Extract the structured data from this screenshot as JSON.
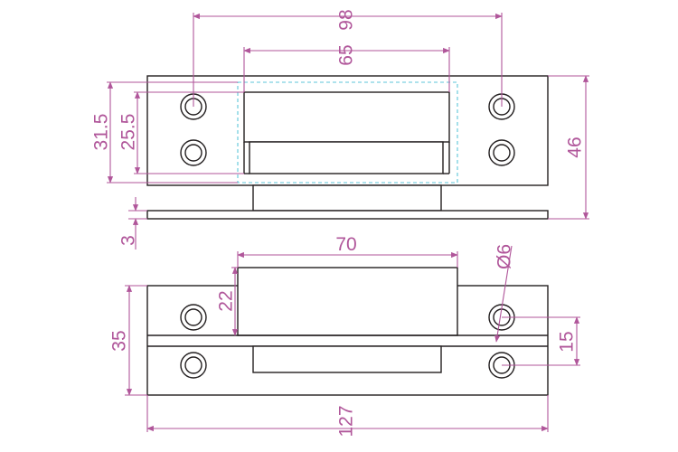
{
  "dimensions": {
    "width_overall": "98",
    "width_leaf": "65",
    "height_31_5": "31.5",
    "height_25_5": "25.5",
    "height_total": "46",
    "thickness": "3",
    "width_70": "70",
    "hole_diameter": "Ø6",
    "depth_22": "22",
    "height_35": "35",
    "hole_spacing": "15",
    "length_total": "127"
  },
  "colors": {
    "outline": "#231f20",
    "dimension": "#b0569a",
    "hidden_line": "#5cc6d8"
  }
}
